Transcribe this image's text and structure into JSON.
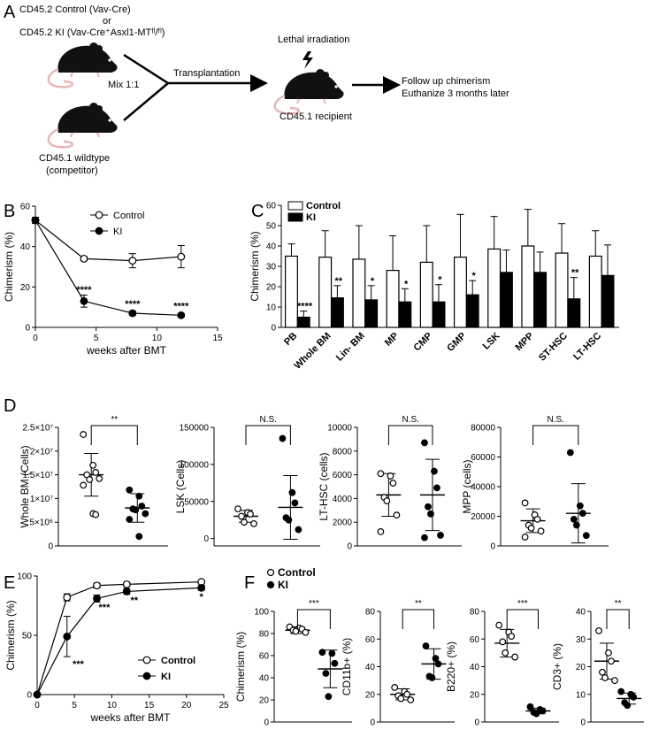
{
  "panel_labels": [
    "A",
    "B",
    "C",
    "D",
    "E",
    "F"
  ],
  "schematic": {
    "donor1": "CD45.2 Control (Vav-Cre)",
    "or": "or",
    "donor2": "CD45.2 KI (Vav-Cre⁺Asxl1-MTᶠˡ/ᶠˡ)",
    "mix": "Mix 1:1",
    "transplant": "Transplantation",
    "irradiation": "Lethal irradiation",
    "recipient": "CD45.1 recipient",
    "follow1": "Follow up chimerism",
    "follow2": "Euthanize 3 months later",
    "competitor1": "CD45.1 wildtype",
    "competitor2": "(competitor)"
  },
  "chart_data": [
    {
      "id": "B",
      "type": "line",
      "xlabel": "weeks after BMT",
      "ylabel": "Chimerism (%)",
      "xlim": [
        0,
        15
      ],
      "ylim": [
        0,
        60
      ],
      "xticks": [
        "0",
        "5",
        "10",
        "15"
      ],
      "yticks": [
        "0",
        "20",
        "40",
        "60"
      ],
      "legend": "top-right",
      "series": [
        {
          "name": "Control",
          "marker": "open",
          "x": [
            0,
            4,
            8,
            12
          ],
          "y": [
            53,
            34,
            33,
            35
          ],
          "err": [
            1.5,
            1,
            3.5,
            5.5
          ]
        },
        {
          "name": "KI",
          "marker": "filled",
          "x": [
            0,
            4,
            8,
            12
          ],
          "y": [
            53,
            13,
            7,
            6
          ],
          "err": [
            1.5,
            3,
            1,
            0.8
          ]
        }
      ],
      "annotations": [
        {
          "x": 4,
          "y": 17,
          "text": "****"
        },
        {
          "x": 8,
          "y": 10,
          "text": "****"
        },
        {
          "x": 12,
          "y": 9,
          "text": "****"
        }
      ]
    },
    {
      "id": "C",
      "type": "bar",
      "ylabel": "Chimerism (%)",
      "ylim": [
        0,
        60
      ],
      "yticks": [
        "0",
        "10",
        "20",
        "30",
        "40",
        "50",
        "60"
      ],
      "categories": [
        "PB",
        "Whole BM",
        "Lin- BM",
        "MP",
        "CMP",
        "GMP",
        "LSK",
        "MPP",
        "ST-HSC",
        "LT-HSC"
      ],
      "legend": "top-left",
      "series": [
        {
          "name": "Control",
          "fill": "white",
          "values": [
            35,
            34.5,
            33.5,
            28,
            32,
            34.5,
            38.5,
            40,
            36.5,
            35
          ],
          "err": [
            6,
            13,
            16.5,
            17,
            18,
            21,
            16,
            18,
            14.5,
            12.5
          ]
        },
        {
          "name": "KI",
          "fill": "black",
          "values": [
            5,
            14.5,
            13.5,
            12.5,
            12.5,
            16,
            27,
            27,
            14,
            25.5
          ],
          "err": [
            3,
            6,
            7,
            6.5,
            8.5,
            7,
            11,
            10,
            10.5,
            15
          ]
        }
      ],
      "sig": [
        "****",
        "**",
        "*",
        "*",
        "*",
        "*",
        "",
        "",
        "**",
        ""
      ]
    },
    {
      "id": "D1",
      "type": "scatter",
      "ylabel": "Whole BM (Cells)",
      "ylim": [
        0,
        25000000
      ],
      "yticks": [
        "0",
        "5×10⁶",
        "1×10⁷",
        "1.5×10⁷",
        "2×10⁷",
        "2.5×10⁷"
      ],
      "sig": "**",
      "groups": [
        {
          "name": "Control",
          "marker": "open",
          "mean": 15000000,
          "sd": 4500000,
          "points": [
            23500000,
            17000000,
            15500000,
            15000000,
            14000000,
            14200000,
            12800000,
            6800000,
            6600000
          ]
        },
        {
          "name": "KI",
          "marker": "filled",
          "mean": 8000000,
          "sd": 3000000,
          "points": [
            11800000,
            10500000,
            8400000,
            7800000,
            7600000,
            6800000,
            5600000,
            2000000
          ]
        }
      ]
    },
    {
      "id": "D2",
      "type": "scatter",
      "ylabel": "LSK (Cells)",
      "ylim": [
        -10000,
        150000
      ],
      "yticks": [
        "0",
        "50000",
        "100000",
        "150000"
      ],
      "sig": "N.S.",
      "groups": [
        {
          "name": "Control",
          "marker": "open",
          "mean": 30000,
          "sd": 8000,
          "points": [
            40000,
            35000,
            33000,
            30000,
            22000,
            20000
          ]
        },
        {
          "name": "KI",
          "marker": "filled",
          "mean": 42000,
          "sd": 43000,
          "points": [
            135000,
            62000,
            48000,
            28000,
            25000,
            12000
          ]
        }
      ]
    },
    {
      "id": "D3",
      "type": "scatter",
      "ylabel": "LT-HSC (cells)",
      "ylim": [
        0,
        10000
      ],
      "yticks": [
        "0",
        "2000",
        "4000",
        "6000",
        "8000",
        "10000"
      ],
      "sig": "N.S.",
      "groups": [
        {
          "name": "Control",
          "marker": "open",
          "mean": 4300,
          "sd": 1800,
          "points": [
            6100,
            5900,
            5300,
            4100,
            3800,
            2600,
            1200
          ]
        },
        {
          "name": "KI",
          "marker": "filled",
          "mean": 4300,
          "sd": 3000,
          "points": [
            8700,
            6300,
            4900,
            3300,
            2700,
            900,
            700
          ]
        }
      ]
    },
    {
      "id": "D4",
      "type": "scatter",
      "ylabel": "MPP (cells)",
      "ylim": [
        0,
        80000
      ],
      "yticks": [
        "0",
        "20000",
        "40000",
        "60000",
        "80000"
      ],
      "sig": "N.S.",
      "groups": [
        {
          "name": "Control",
          "marker": "open",
          "mean": 17000,
          "sd": 8000,
          "points": [
            29000,
            21000,
            18000,
            14000,
            12000,
            10000,
            6000
          ]
        },
        {
          "name": "KI",
          "marker": "filled",
          "mean": 22000,
          "sd": 20000,
          "points": [
            63000,
            27000,
            22000,
            18000,
            14000,
            7000
          ]
        }
      ]
    },
    {
      "id": "E",
      "type": "line",
      "xlabel": "weeks after BMT",
      "ylabel": "Chimerism (%)",
      "xlim": [
        0,
        25
      ],
      "ylim": [
        0,
        100
      ],
      "xticks": [
        "0",
        "5",
        "10",
        "15",
        "20",
        "25"
      ],
      "yticks": [
        "0",
        "50",
        "100"
      ],
      "legend": "bottom-right",
      "series": [
        {
          "name": "Control",
          "marker": "open",
          "x": [
            0,
            4,
            8,
            12,
            22
          ],
          "y": [
            0,
            82,
            92,
            93,
            95
          ],
          "err": [
            0,
            3,
            2,
            1.5,
            1
          ]
        },
        {
          "name": "KI",
          "marker": "filled",
          "x": [
            0,
            4,
            8,
            12,
            22
          ],
          "y": [
            0,
            49,
            81,
            87,
            90
          ],
          "err": [
            0,
            17,
            3,
            2.5,
            2
          ]
        }
      ],
      "annotations": [
        {
          "x": 5.5,
          "y": 23,
          "text": "***"
        },
        {
          "x": 9,
          "y": 71,
          "text": "***"
        },
        {
          "x": 13,
          "y": 77,
          "text": "**"
        },
        {
          "x": 22,
          "y": 80,
          "text": "*"
        }
      ]
    },
    {
      "id": "F1",
      "type": "scatter",
      "ylabel": "Chimerism (%)",
      "ylim": [
        0,
        100
      ],
      "yticks": [
        "0",
        "20",
        "40",
        "60",
        "80",
        "100"
      ],
      "sig": "***",
      "groups": [
        {
          "name": "Control",
          "marker": "open",
          "mean": 83,
          "sd": 3,
          "points": [
            86,
            85,
            84,
            83,
            82,
            81
          ]
        },
        {
          "name": "KI",
          "marker": "filled",
          "mean": 48,
          "sd": 17,
          "points": [
            63,
            62,
            53,
            44,
            23
          ]
        }
      ]
    },
    {
      "id": "F2",
      "type": "scatter",
      "ylabel": "CD11b+ (%)",
      "ylim": [
        0,
        80
      ],
      "yticks": [
        "0",
        "20",
        "40",
        "60",
        "80"
      ],
      "sig": "**",
      "groups": [
        {
          "name": "Control",
          "marker": "open",
          "mean": 20,
          "sd": 4,
          "points": [
            25,
            22,
            20,
            19,
            17,
            16
          ]
        },
        {
          "name": "KI",
          "marker": "filled",
          "mean": 42,
          "sd": 11,
          "points": [
            55,
            46,
            42,
            33,
            32
          ]
        }
      ]
    },
    {
      "id": "F3",
      "type": "scatter",
      "ylabel": "B220+ (%)",
      "ylim": [
        0,
        80
      ],
      "yticks": [
        "0",
        "20",
        "40",
        "60",
        "80"
      ],
      "sig": "***",
      "groups": [
        {
          "name": "Control",
          "marker": "open",
          "mean": 57,
          "sd": 10,
          "points": [
            70,
            65,
            62,
            58,
            50,
            47
          ]
        },
        {
          "name": "KI",
          "marker": "filled",
          "mean": 8,
          "sd": 2,
          "points": [
            11,
            9,
            8,
            7,
            6
          ]
        }
      ]
    },
    {
      "id": "F4",
      "type": "scatter",
      "ylabel": "CD3+ (%)",
      "ylim": [
        0,
        40
      ],
      "yticks": [
        "0",
        "10",
        "20",
        "30",
        "40"
      ],
      "sig": "**",
      "groups": [
        {
          "name": "Control",
          "marker": "open",
          "mean": 22,
          "sd": 6.5,
          "points": [
            33,
            25,
            22,
            18,
            16,
            15
          ]
        },
        {
          "name": "KI",
          "marker": "filled",
          "mean": 8.5,
          "sd": 2,
          "points": [
            11,
            10,
            9,
            7,
            6
          ]
        }
      ]
    }
  ],
  "legend_F": [
    "Control",
    "KI"
  ]
}
